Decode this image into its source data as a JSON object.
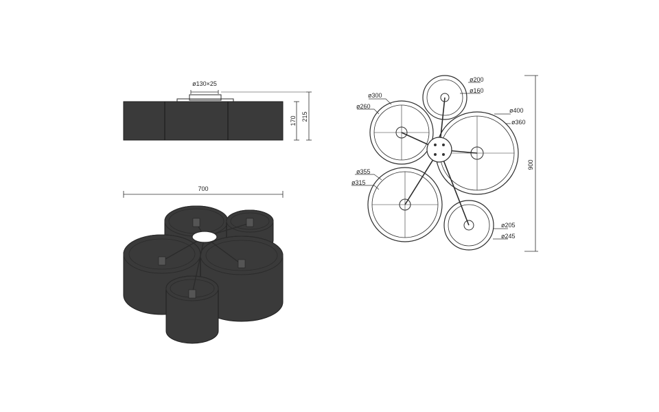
{
  "side_view": {
    "canopy_label": "ø130×25",
    "height_inner": "170",
    "height_outer": "215"
  },
  "perspective_view": {
    "width_label": "700"
  },
  "top_view": {
    "overall_height": "900",
    "shades": [
      {
        "outer": "ø300",
        "inner": "ø260"
      },
      {
        "outer": "ø200",
        "inner": "ø160"
      },
      {
        "outer": "ø400",
        "inner": "ø360"
      },
      {
        "outer": "ø355",
        "inner": "ø315"
      },
      {
        "outer": "ø205",
        "inner": "ø245"
      }
    ]
  },
  "colors": {
    "line": "#2b2b2b",
    "shade_fill": "#3a3a3a",
    "background": "#ffffff"
  }
}
